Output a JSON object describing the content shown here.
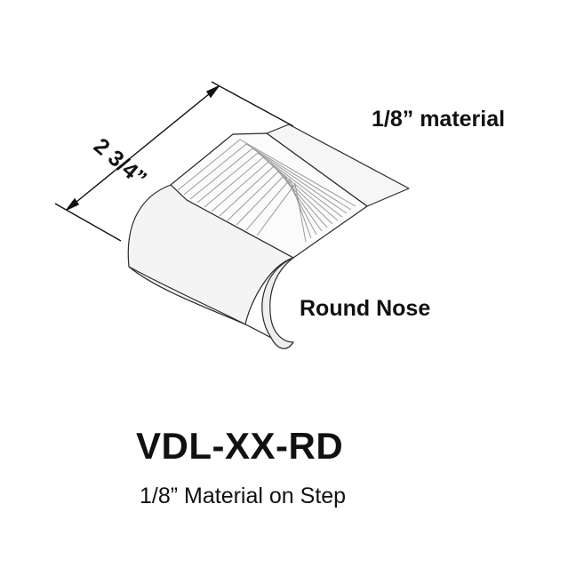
{
  "labels": {
    "dimension": "2 3/4”",
    "material": "1/8” material",
    "nose": "Round Nose"
  },
  "product": {
    "code": "VDL-XX-RD",
    "description": "1/8” Material on Step"
  },
  "colors": {
    "profile_fill": "#fafafa",
    "profile_shade": "#eeeeee",
    "outline": "#2a2a2a",
    "text": "#111111"
  }
}
